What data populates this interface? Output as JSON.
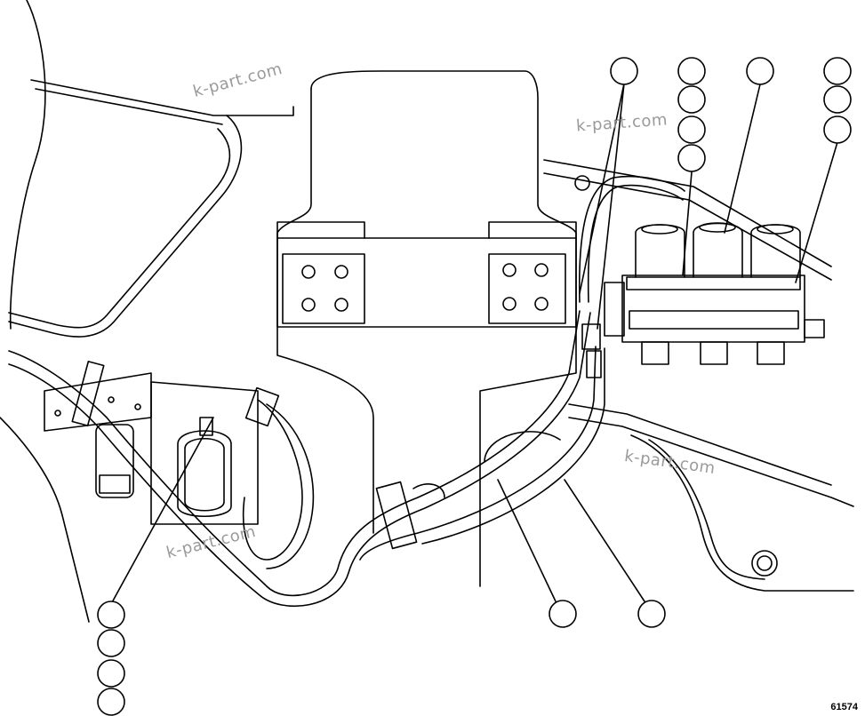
{
  "figure": {
    "number": "61574",
    "watermark": "k-part.com"
  },
  "callouts": {
    "count_groups": 7,
    "balloons": [
      "",
      "",
      "",
      "",
      "",
      "",
      "",
      "",
      "",
      "",
      "",
      "",
      "",
      "",
      "",
      "",
      "",
      "",
      ""
    ]
  },
  "colors": {
    "line": "#000000",
    "background": "#ffffff",
    "watermark": "#9a9a9a"
  }
}
